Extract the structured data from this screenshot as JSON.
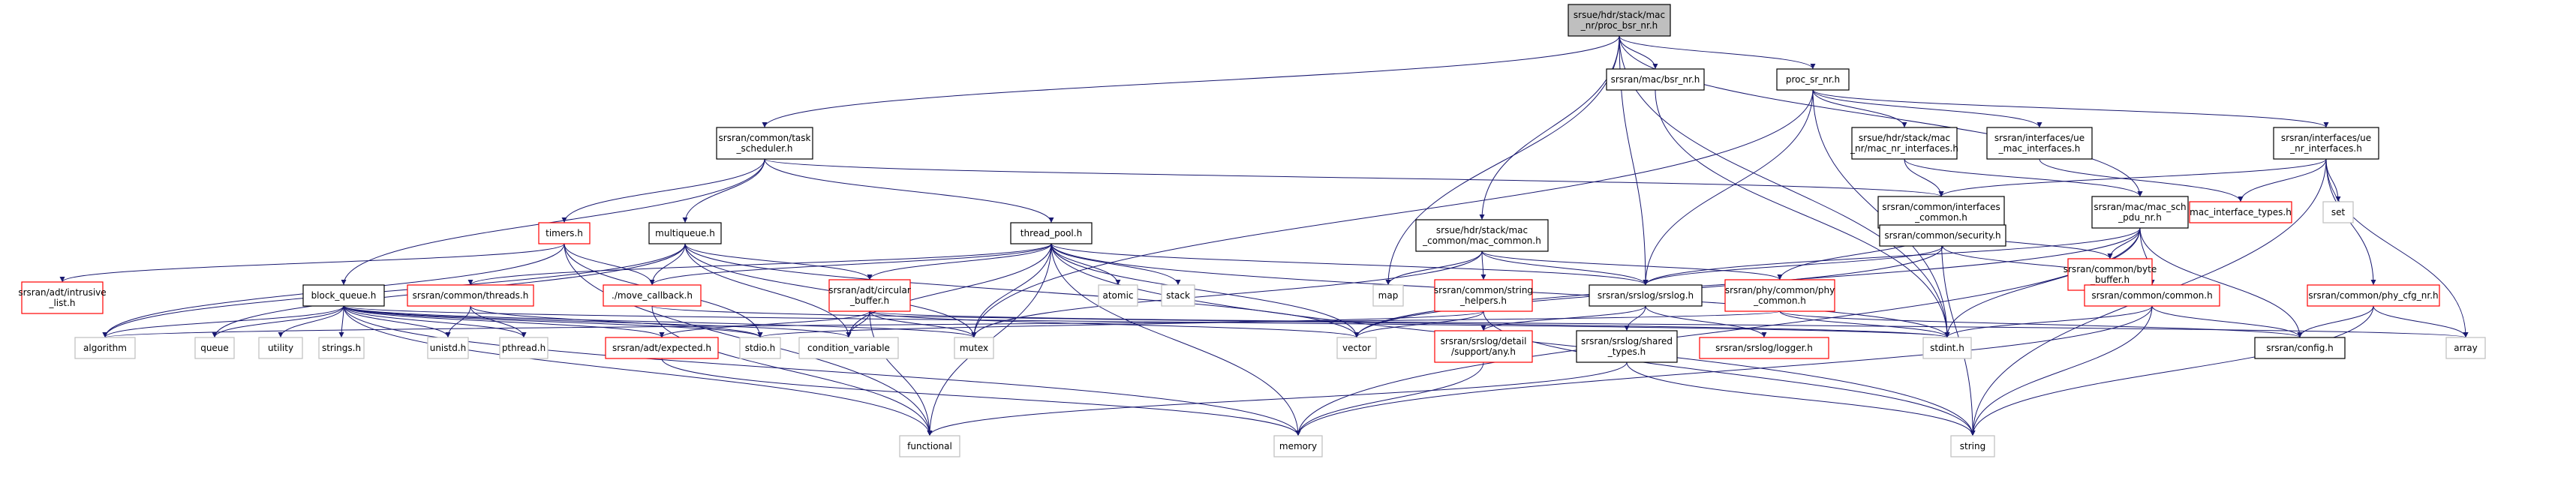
{
  "graph": {
    "nodes": [
      {
        "id": "root",
        "lines": [
          "srsue/hdr/stack/mac",
          "_nr/proc_bsr_nr.h"
        ],
        "style": "root"
      },
      {
        "id": "mac_bsr",
        "lines": [
          "srsran/mac/bsr_nr.h"
        ],
        "style": "normal"
      },
      {
        "id": "proc_sr",
        "lines": [
          "proc_sr_nr.h"
        ],
        "style": "normal"
      },
      {
        "id": "task_sched",
        "lines": [
          "srsran/common/task",
          "_scheduler.h"
        ],
        "style": "normal"
      },
      {
        "id": "ue_mac_nr_if",
        "lines": [
          "srsue/hdr/stack/mac",
          "_nr/mac_nr_interfaces.h"
        ],
        "style": "normal"
      },
      {
        "id": "ue_mac_if",
        "lines": [
          "srsran/interfaces/ue",
          "_mac_interfaces.h"
        ],
        "style": "normal"
      },
      {
        "id": "ue_nr_if",
        "lines": [
          "srsran/interfaces/ue",
          "_nr_interfaces.h"
        ],
        "style": "normal"
      },
      {
        "id": "common_if",
        "lines": [
          "srsran/common/interfaces",
          "_common.h"
        ],
        "style": "normal"
      },
      {
        "id": "mac_sch",
        "lines": [
          "srsran/mac/mac_sch",
          "_pdu_nr.h"
        ],
        "style": "normal"
      },
      {
        "id": "mac_if_types",
        "lines": [
          "mac_interface_types.h"
        ],
        "style": "red"
      },
      {
        "id": "set",
        "lines": [
          "set"
        ],
        "style": "std"
      },
      {
        "id": "timers",
        "lines": [
          "timers.h"
        ],
        "style": "red"
      },
      {
        "id": "multiqueue",
        "lines": [
          "multiqueue.h"
        ],
        "style": "normal"
      },
      {
        "id": "thread_pool",
        "lines": [
          "thread_pool.h"
        ],
        "style": "normal"
      },
      {
        "id": "mac_common",
        "lines": [
          "srsue/hdr/stack/mac",
          "_common/mac_common.h"
        ],
        "style": "normal"
      },
      {
        "id": "security",
        "lines": [
          "srsran/common/security.h"
        ],
        "style": "normal"
      },
      {
        "id": "byte_buffer",
        "lines": [
          "srsran/common/byte",
          "_buffer.h"
        ],
        "style": "red"
      },
      {
        "id": "intrusive",
        "lines": [
          "srsran/adt/intrusive",
          "_list.h"
        ],
        "style": "red"
      },
      {
        "id": "block_queue",
        "lines": [
          "block_queue.h"
        ],
        "style": "normal"
      },
      {
        "id": "threads",
        "lines": [
          "srsran/common/threads.h"
        ],
        "style": "red"
      },
      {
        "id": "move_cb",
        "lines": [
          "./move_callback.h"
        ],
        "style": "red"
      },
      {
        "id": "circ_buf",
        "lines": [
          "srsran/adt/circular",
          "_buffer.h"
        ],
        "style": "red"
      },
      {
        "id": "atomic",
        "lines": [
          "atomic"
        ],
        "style": "std"
      },
      {
        "id": "stack",
        "lines": [
          "stack"
        ],
        "style": "std"
      },
      {
        "id": "map",
        "lines": [
          "map"
        ],
        "style": "std"
      },
      {
        "id": "str_helpers",
        "lines": [
          "srsran/common/string",
          "_helpers.h"
        ],
        "style": "red"
      },
      {
        "id": "srslog",
        "lines": [
          "srsran/srslog/srslog.h"
        ],
        "style": "normal"
      },
      {
        "id": "phy_common",
        "lines": [
          "srsran/phy/common/phy",
          "_common.h"
        ],
        "style": "red"
      },
      {
        "id": "common",
        "lines": [
          "srsran/common/common.h"
        ],
        "style": "red"
      },
      {
        "id": "phy_cfg",
        "lines": [
          "srsran/common/phy_cfg_nr.h"
        ],
        "style": "red"
      },
      {
        "id": "algorithm",
        "lines": [
          "algorithm"
        ],
        "style": "std"
      },
      {
        "id": "queue",
        "lines": [
          "queue"
        ],
        "style": "std"
      },
      {
        "id": "utility",
        "lines": [
          "utility"
        ],
        "style": "std"
      },
      {
        "id": "strings",
        "lines": [
          "strings.h"
        ],
        "style": "std"
      },
      {
        "id": "unistd",
        "lines": [
          "unistd.h"
        ],
        "style": "std"
      },
      {
        "id": "pthread",
        "lines": [
          "pthread.h"
        ],
        "style": "std"
      },
      {
        "id": "stdio",
        "lines": [
          "stdio.h"
        ],
        "style": "std"
      },
      {
        "id": "cond_var",
        "lines": [
          "condition_variable"
        ],
        "style": "std"
      },
      {
        "id": "mutex",
        "lines": [
          "mutex"
        ],
        "style": "std"
      },
      {
        "id": "vector",
        "lines": [
          "vector"
        ],
        "style": "std"
      },
      {
        "id": "detail_any",
        "lines": [
          "srsran/srslog/detail",
          "/support/any.h"
        ],
        "style": "red"
      },
      {
        "id": "shared_types",
        "lines": [
          "srsran/srslog/shared",
          "_types.h"
        ],
        "style": "normal"
      },
      {
        "id": "logger",
        "lines": [
          "srsran/srslog/logger.h"
        ],
        "style": "red"
      },
      {
        "id": "stdint",
        "lines": [
          "stdint.h"
        ],
        "style": "std"
      },
      {
        "id": "config",
        "lines": [
          "srsran/config.h"
        ],
        "style": "normal"
      },
      {
        "id": "array",
        "lines": [
          "array"
        ],
        "style": "std"
      },
      {
        "id": "expected",
        "lines": [
          "srsran/adt/expected.h"
        ],
        "style": "red"
      },
      {
        "id": "functional",
        "lines": [
          "functional"
        ],
        "style": "std"
      },
      {
        "id": "memory",
        "lines": [
          "memory"
        ],
        "style": "std"
      },
      {
        "id": "string",
        "lines": [
          "string"
        ],
        "style": "std"
      }
    ],
    "edges": [
      [
        "root",
        "mac_bsr"
      ],
      [
        "root",
        "proc_sr"
      ],
      [
        "root",
        "task_sched"
      ],
      [
        "root",
        "mac_common"
      ],
      [
        "root",
        "srslog"
      ],
      [
        "root",
        "map"
      ],
      [
        "root",
        "stdint"
      ],
      [
        "root",
        "mac_sch"
      ],
      [
        "proc_sr",
        "ue_mac_nr_if"
      ],
      [
        "proc_sr",
        "ue_mac_if"
      ],
      [
        "proc_sr",
        "ue_nr_if"
      ],
      [
        "proc_sr",
        "srslog"
      ],
      [
        "proc_sr",
        "stdint"
      ],
      [
        "proc_sr",
        "mutex"
      ],
      [
        "mac_bsr",
        "stdint"
      ],
      [
        "task_sched",
        "common_if"
      ],
      [
        "task_sched",
        "timers"
      ],
      [
        "task_sched",
        "multiqueue"
      ],
      [
        "task_sched",
        "thread_pool"
      ],
      [
        "task_sched",
        "block_queue"
      ],
      [
        "ue_mac_nr_if",
        "common_if"
      ],
      [
        "ue_mac_nr_if",
        "mac_sch"
      ],
      [
        "ue_mac_if",
        "mac_if_types"
      ],
      [
        "ue_nr_if",
        "common_if"
      ],
      [
        "ue_nr_if",
        "mac_if_types"
      ],
      [
        "ue_nr_if",
        "set"
      ],
      [
        "ue_nr_if",
        "phy_cfg"
      ],
      [
        "ue_nr_if",
        "array"
      ],
      [
        "ue_nr_if",
        "string"
      ],
      [
        "common_if",
        "security"
      ],
      [
        "common_if",
        "byte_buffer"
      ],
      [
        "common_if",
        "phy_common"
      ],
      [
        "common_if",
        "string"
      ],
      [
        "mac_sch",
        "byte_buffer"
      ],
      [
        "mac_sch",
        "common"
      ],
      [
        "mac_sch",
        "config"
      ],
      [
        "mac_sch",
        "srslog"
      ],
      [
        "mac_sch",
        "vector"
      ],
      [
        "mac_sch",
        "stdint"
      ],
      [
        "mac_sch",
        "memory"
      ],
      [
        "security",
        "common"
      ],
      [
        "security",
        "srslog"
      ],
      [
        "security",
        "vector"
      ],
      [
        "byte_buffer",
        "common"
      ],
      [
        "common",
        "config"
      ],
      [
        "common",
        "stdint"
      ],
      [
        "common",
        "string"
      ],
      [
        "common",
        "memory"
      ],
      [
        "phy_cfg",
        "config"
      ],
      [
        "phy_cfg",
        "array"
      ],
      [
        "phy_cfg",
        "string"
      ],
      [
        "timers",
        "intrusive"
      ],
      [
        "timers",
        "move_cb"
      ],
      [
        "timers",
        "algorithm"
      ],
      [
        "timers",
        "stdio"
      ],
      [
        "timers",
        "functional"
      ],
      [
        "multiqueue",
        "move_cb"
      ],
      [
        "multiqueue",
        "circ_buf"
      ],
      [
        "multiqueue",
        "algorithm"
      ],
      [
        "multiqueue",
        "mutex"
      ],
      [
        "multiqueue",
        "cond_var"
      ],
      [
        "multiqueue",
        "queue"
      ],
      [
        "multiqueue",
        "vector"
      ],
      [
        "thread_pool",
        "threads"
      ],
      [
        "thread_pool",
        "move_cb"
      ],
      [
        "thread_pool",
        "circ_buf"
      ],
      [
        "thread_pool",
        "atomic"
      ],
      [
        "thread_pool",
        "stack"
      ],
      [
        "thread_pool",
        "srslog"
      ],
      [
        "thread_pool",
        "mutex"
      ],
      [
        "thread_pool",
        "cond_var"
      ],
      [
        "thread_pool",
        "vector"
      ],
      [
        "thread_pool",
        "stdint"
      ],
      [
        "thread_pool",
        "functional"
      ],
      [
        "thread_pool",
        "memory"
      ],
      [
        "thread_pool",
        "string"
      ],
      [
        "mac_common",
        "map"
      ],
      [
        "mac_common",
        "str_helpers"
      ],
      [
        "mac_common",
        "srslog"
      ],
      [
        "mac_common",
        "phy_common"
      ],
      [
        "mac_common",
        "mutex"
      ],
      [
        "block_queue",
        "algorithm"
      ],
      [
        "block_queue",
        "queue"
      ],
      [
        "block_queue",
        "utility"
      ],
      [
        "block_queue",
        "strings"
      ],
      [
        "block_queue",
        "unistd"
      ],
      [
        "block_queue",
        "pthread"
      ],
      [
        "block_queue",
        "stdio"
      ],
      [
        "block_queue",
        "cond_var"
      ],
      [
        "block_queue",
        "mutex"
      ],
      [
        "block_queue",
        "expected"
      ],
      [
        "block_queue",
        "functional"
      ],
      [
        "block_queue",
        "memory"
      ],
      [
        "block_queue",
        "stdint"
      ],
      [
        "threads",
        "unistd"
      ],
      [
        "threads",
        "pthread"
      ],
      [
        "threads",
        "stdio"
      ],
      [
        "move_cb",
        "stdint"
      ],
      [
        "move_cb",
        "functional"
      ],
      [
        "circ_buf",
        "expected"
      ],
      [
        "circ_buf",
        "cond_var"
      ],
      [
        "circ_buf",
        "mutex"
      ],
      [
        "circ_buf",
        "functional"
      ],
      [
        "circ_buf",
        "array"
      ],
      [
        "circ_buf",
        "vector"
      ],
      [
        "str_helpers",
        "vector"
      ],
      [
        "str_helpers",
        "stdio"
      ],
      [
        "str_helpers",
        "string"
      ],
      [
        "srslog",
        "detail_any"
      ],
      [
        "srslog",
        "shared_types"
      ],
      [
        "srslog",
        "logger"
      ],
      [
        "phy_common",
        "stdint"
      ],
      [
        "phy_common",
        "config"
      ],
      [
        "phy_common",
        "algorithm"
      ],
      [
        "detail_any",
        "memory"
      ],
      [
        "shared_types",
        "functional"
      ],
      [
        "shared_types",
        "string"
      ],
      [
        "expected",
        "memory"
      ]
    ]
  }
}
